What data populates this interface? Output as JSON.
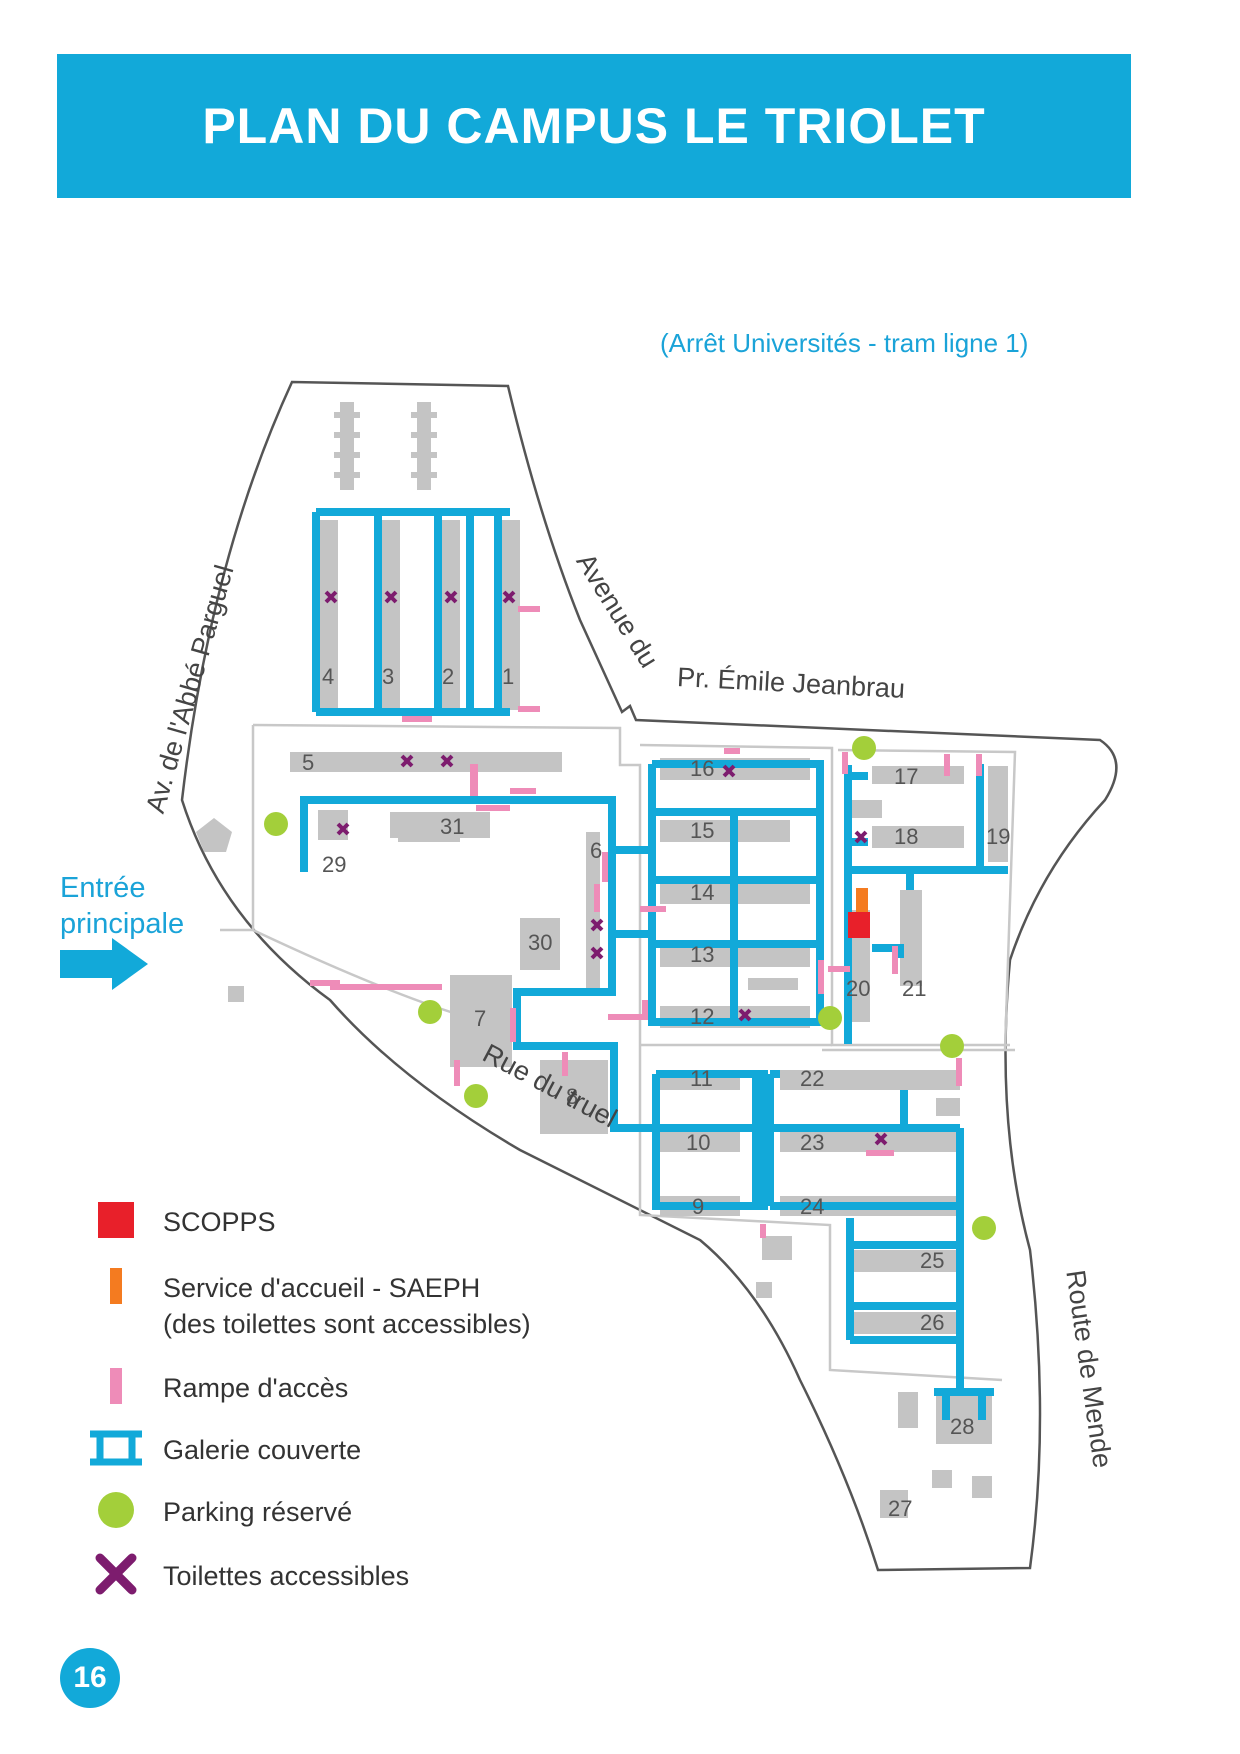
{
  "title": "PLAN DU CAMPUS LE TRIOLET",
  "tram_stop": "(Arrêt Universités - tram ligne 1)",
  "streets": {
    "abbe": "Av. de l'Abbé Parguel",
    "avenue_du": "Avenue du",
    "jeanbrau": "Pr. Émile Jeanbrau",
    "truel": "Rue du truel",
    "mende": "Route de Mende"
  },
  "entrance": {
    "line1": "Entrée",
    "line2": "principale"
  },
  "buildings": [
    "1",
    "2",
    "3",
    "4",
    "5",
    "6",
    "7",
    "8",
    "9",
    "10",
    "11",
    "12",
    "13",
    "14",
    "15",
    "16",
    "17",
    "18",
    "19",
    "20",
    "21",
    "22",
    "23",
    "24",
    "25",
    "26",
    "27",
    "28",
    "29",
    "30",
    "31"
  ],
  "legend": [
    {
      "label": "SCOPPS",
      "color": "#e8202a",
      "icon": "red-square"
    },
    {
      "label": "Service d'accueil - SAEPH",
      "sublabel": "(des toilettes sont accessibles)",
      "color": "#f47b20",
      "icon": "orange-bar"
    },
    {
      "label": "Rampe d'accès",
      "color": "#ee8cb8",
      "icon": "pink-bar"
    },
    {
      "label": "Galerie couverte",
      "color": "#12a9d9",
      "icon": "blue-gallery"
    },
    {
      "label": "Parking réservé",
      "color": "#a3cf3a",
      "icon": "green-dot"
    },
    {
      "label": "Toilettes accessibles",
      "color": "#7d1c6e",
      "icon": "purple-cross"
    }
  ],
  "page_number": "16",
  "colors": {
    "banner": "#12a9d9",
    "gallery": "#12a9d9",
    "ramp": "#ee8cb8",
    "parking": "#a3cf3a",
    "toilet": "#7d1c6e",
    "building": "#c4c4c4"
  }
}
